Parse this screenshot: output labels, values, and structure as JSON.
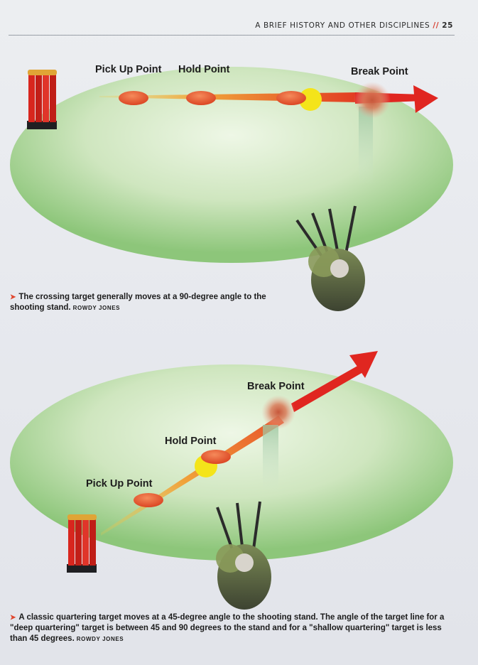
{
  "header": {
    "title": "A BRIEF HISTORY AND OTHER DISCIPLINES",
    "separator": "//",
    "page_number": "25"
  },
  "diagram_top": {
    "labels": {
      "pick_up": "Pick Up Point",
      "hold": "Hold Point",
      "break": "Break Point"
    },
    "caption": "The crossing target generally moves at a 90-degree angle to the shooting stand.",
    "credit": "ROWDY JONES"
  },
  "diagram_bottom": {
    "labels": {
      "pick_up": "Pick Up Point",
      "hold": "Hold Point",
      "break": "Break Point"
    },
    "caption": "A classic quartering target moves at a 45-degree angle to the shooting stand. The angle of the target line for a \"deep quartering\" target is between 45 and 90 degrees to the stand and for a \"shallow quartering\" target is less than 45 degrees.",
    "credit": "ROWDY JONES"
  },
  "colors": {
    "field_light": "#eef7e6",
    "field_dark": "#8dc67a",
    "clay": "#e8542e",
    "arrow": "#e02620",
    "hold_marker": "#f4e41a",
    "trap_house": "#d8261e",
    "bullet": "#e0452c"
  }
}
